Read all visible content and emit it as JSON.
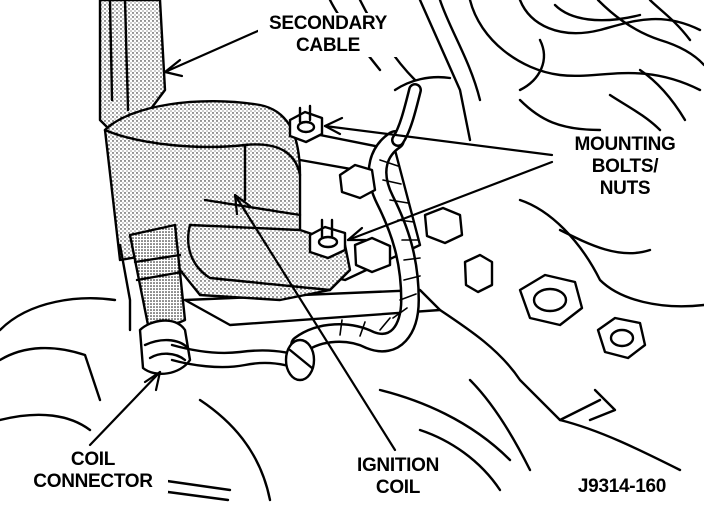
{
  "labels": {
    "secondary_cable": [
      "SECONDARY",
      "CABLE"
    ],
    "mounting_bolts": [
      "MOUNTING",
      "BOLTS/",
      "NUTS"
    ],
    "ignition_coil": [
      "IGNITION",
      "COIL"
    ],
    "coil_connector": [
      "COIL",
      "CONNECTOR"
    ]
  },
  "figure_code": "J9314-160",
  "colors": {
    "ink": "#000000",
    "paper": "#ffffff",
    "stipple": "#9a9a9a"
  }
}
